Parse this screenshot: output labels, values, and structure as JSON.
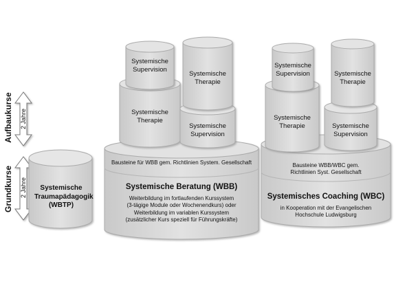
{
  "side_labels": {
    "aufbau": "Aufbaukurse",
    "aufbau_years": "2 Jahre",
    "grund": "Grundkurse",
    "grund_years": "2 Jahre"
  },
  "wbtp": {
    "title": "Systemische Traumapädagogik (WBTP)"
  },
  "wbb": {
    "top_left": "Systemische Supervision",
    "top_right": "Systemische Therapie",
    "mid_left": "Systemische Therapie",
    "mid_right": "Systemische Supervision",
    "bausteine": "Bausteine für WBB gem. Richtlinien System. Gesellschaft",
    "title": "Systemische Beratung (WBB)",
    "desc_line1": "Weiterbildung im fortlaufenden Kurssystem",
    "desc_line2": "(3-tägige Module oder Wochenendkurs) oder",
    "desc_line3": "Weiterbildung im variablen Kurssystem",
    "desc_line4": "(zusätzlicher Kurs speziell für Führungskräfte)"
  },
  "wbc": {
    "top_left": "Systemische Supervision",
    "top_right": "Systemische Therapie",
    "mid_left": "Systemische Therapie",
    "mid_right": "Systemische Supervision",
    "bausteine_line1": "Bausteine WBB/WBC gem.",
    "bausteine_line2": "Richtlinien Syst. Gesellschaft",
    "title": "Systemisches Coaching (WBC)",
    "desc_line1": "in Kooperation mit der Evangelischen",
    "desc_line2": "Hochschule Ludwigsburg"
  },
  "colors": {
    "body": "#d8d8d8",
    "top": "#e4e4e4",
    "stroke": "#b0b0b0",
    "arrow": "#ffffff"
  }
}
